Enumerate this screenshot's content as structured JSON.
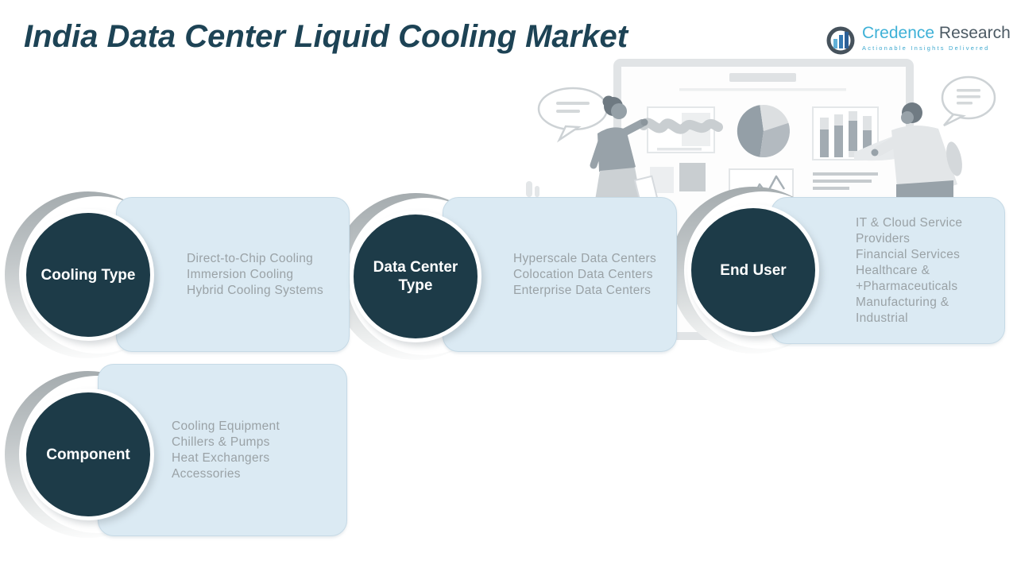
{
  "page": {
    "title": "India Data Center Liquid Cooling Market"
  },
  "logo": {
    "brand_primary": "Credence",
    "brand_secondary": "Research",
    "tagline": "Actionable Insights Delivered"
  },
  "segments": [
    {
      "label": "Cooling Type",
      "items": [
        "Direct-to-Chip Cooling",
        "Immersion Cooling",
        "Hybrid Cooling Systems"
      ]
    },
    {
      "label": "Data Center\nType",
      "items": [
        "Hyperscale Data Centers",
        "Colocation Data Centers",
        "Enterprise Data Centers"
      ]
    },
    {
      "label": "End User",
      "items": [
        "IT & Cloud Service",
        "Providers",
        "Financial Services",
        "Healthcare &",
        "+Pharmaceuticals",
        "Manufacturing &",
        "Industrial"
      ]
    },
    {
      "label": "Component",
      "items": [
        "Cooling Equipment",
        "Chillers & Pumps",
        "Heat Exchangers",
        "Accessories"
      ]
    }
  ],
  "colors": {
    "title_text": "#1d4355",
    "circle_fill": "#1d3b48",
    "circle_text": "#ffffff",
    "panel_fill": "#dbeaf3",
    "panel_border": "#c6dae6",
    "item_text": "#9aa2a6",
    "logo_primary": "#3eb1d7",
    "logo_secondary": "#4c5a64",
    "illustration_gray": "#98a2a9"
  }
}
